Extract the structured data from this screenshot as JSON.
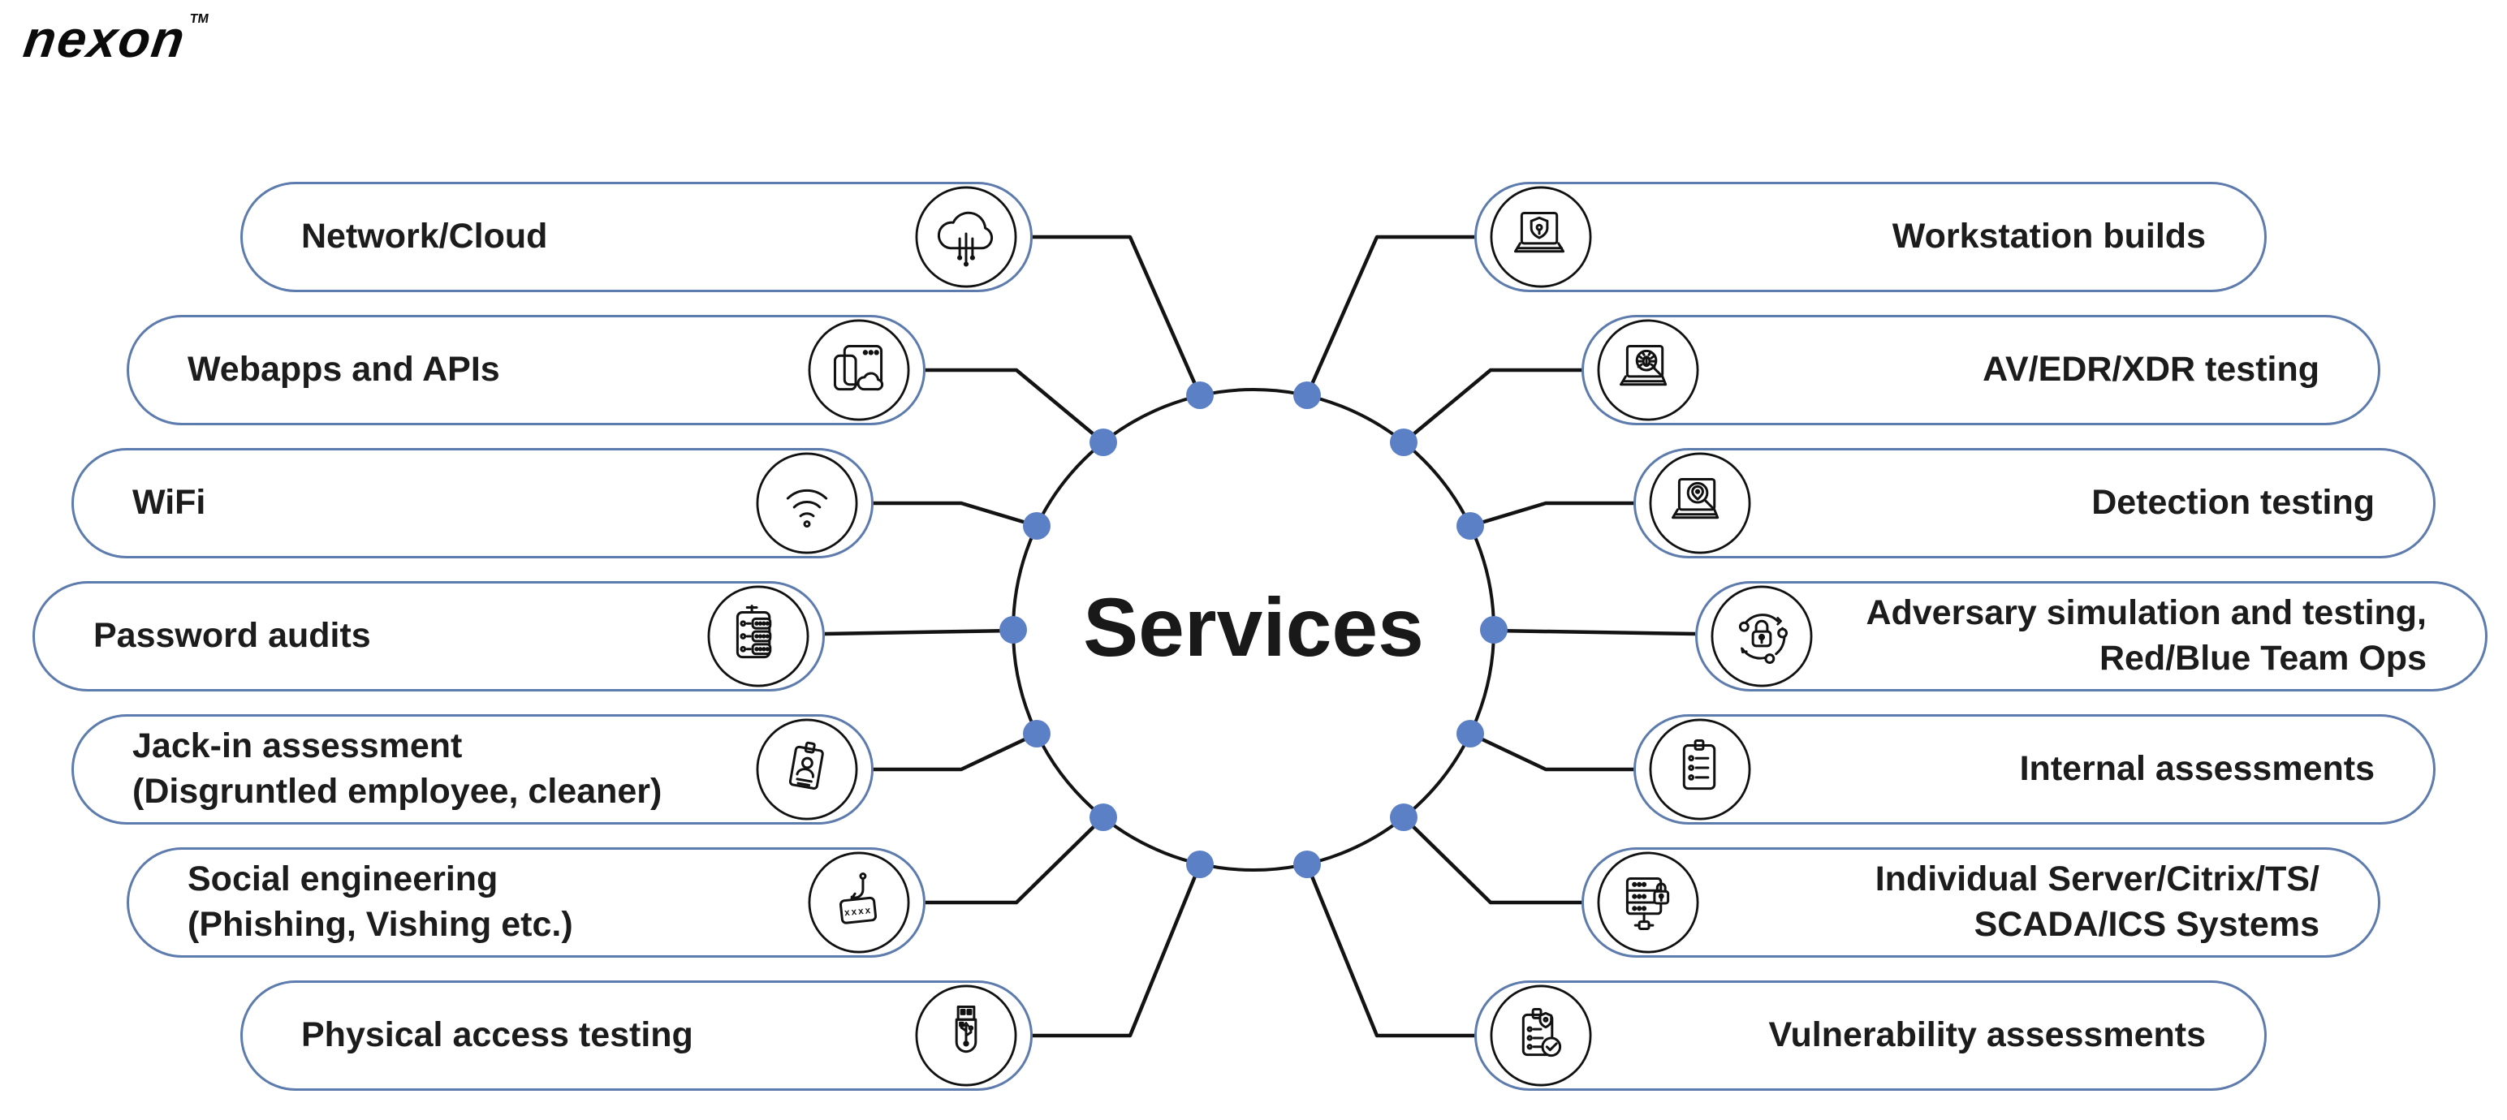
{
  "logo": {
    "text": "nexon",
    "tm": "TM"
  },
  "center": {
    "label": "Services"
  },
  "left_services": [
    {
      "label": "Network/Cloud",
      "icon": "cloud-upload-icon"
    },
    {
      "label": "Webapps and APIs",
      "icon": "webapp-browser-cloud-icon"
    },
    {
      "label": "WiFi",
      "icon": "wifi-icon"
    },
    {
      "label": "Password audits",
      "icon": "password-list-clipboard-icon"
    },
    {
      "label": "Jack-in assessment",
      "sublabel": "(Disgruntled employee, cleaner)",
      "icon": "id-badge-icon"
    },
    {
      "label": "Social engineering",
      "sublabel": "(Phishing, Vishing etc.)",
      "icon": "phishing-hook-icon"
    },
    {
      "label": "Physical access testing",
      "icon": "usb-drive-icon"
    }
  ],
  "right_services": [
    {
      "label": "Workstation builds",
      "icon": "laptop-shield-icon"
    },
    {
      "label": "AV/EDR/XDR testing",
      "icon": "laptop-malware-scan-icon"
    },
    {
      "label": "Detection testing",
      "icon": "laptop-detection-magnifier-icon"
    },
    {
      "label": "Adversary simulation and testing,",
      "sublabel": "Red/Blue Team Ops",
      "icon": "lock-orbit-icon"
    },
    {
      "label": "Internal assessments",
      "icon": "checklist-clipboard-icon"
    },
    {
      "label": "Individual Server/Citrix/TS/",
      "sublabel": "SCADA/ICS Systems",
      "icon": "server-lock-icon"
    },
    {
      "label": "Vulnerability assessments",
      "icon": "clipboard-shield-check-icon"
    }
  ],
  "colors": {
    "pill_border": "#5d7bac",
    "node_dot": "#5b80c6",
    "connector_line": "#111111",
    "text": "#1c1c1c"
  }
}
